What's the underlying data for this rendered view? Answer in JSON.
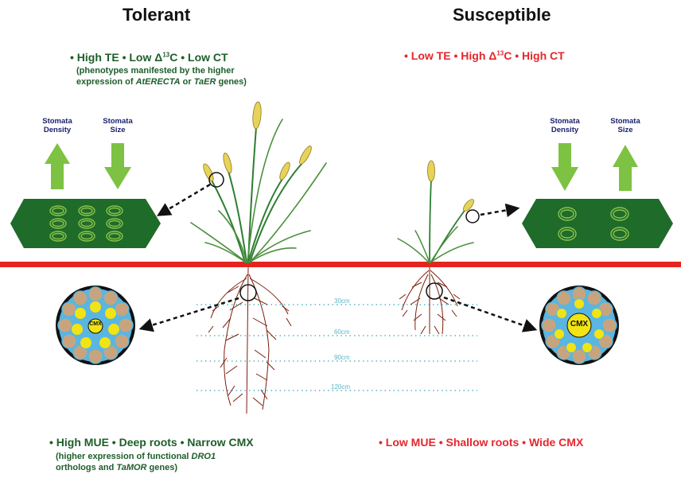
{
  "tolerant": {
    "heading": "Tolerant",
    "top_traits": {
      "t1": "High TE",
      "t2a": "Low Δ",
      "t2sup": "13",
      "t2b": "C",
      "t3": "Low CT"
    },
    "top_note": {
      "line1": "(phenotypes manifested by the higher",
      "line2a": "expression of ",
      "line2b": "AtERECTA",
      "line2c": " or ",
      "line2d": "TaER",
      "line2e": " genes)"
    },
    "stomata": {
      "density_line1": "Stomata",
      "density_line2": "Density",
      "size_line1": "Stomata",
      "size_line2": "Size"
    },
    "bottom_traits": {
      "t1": "High MUE",
      "t2": "Deep roots",
      "t3": "Narrow CMX"
    },
    "bottom_note": {
      "line1a": "(higher expression of functional ",
      "line1b": "DRO1",
      "line2a": "orthologs and ",
      "line2b": "TaMOR",
      "line2c": " genes)"
    },
    "cmx_label": "CMX"
  },
  "susceptible": {
    "heading": "Susceptible",
    "top_traits": {
      "t1": "Low TE",
      "t2a": "High Δ",
      "t2sup": "13",
      "t2b": "C",
      "t3": "High CT"
    },
    "stomata": {
      "density_line1": "Stomata",
      "density_line2": "Density",
      "size_line1": "Stomata",
      "size_line2": "Size"
    },
    "bottom_traits": {
      "t1": "Low MUE",
      "t2": "Shallow roots",
      "t3": "Wide CMX"
    },
    "cmx_label": "CMX"
  },
  "depth_labels": [
    "30cm",
    "60cm",
    "90cm",
    "120cm"
  ],
  "colors": {
    "tolerant_text": "#1d5e2a",
    "susceptible_text": "#e5262c",
    "ground_line": "#e52420",
    "leaf_panel": "#1f6b2a",
    "arrow_green": "#7dc242",
    "root": "#7a1e0e",
    "cortex_cell": "#c8a47e",
    "cell_wall": "#5ab6e0",
    "xylem": "#f2e313"
  }
}
